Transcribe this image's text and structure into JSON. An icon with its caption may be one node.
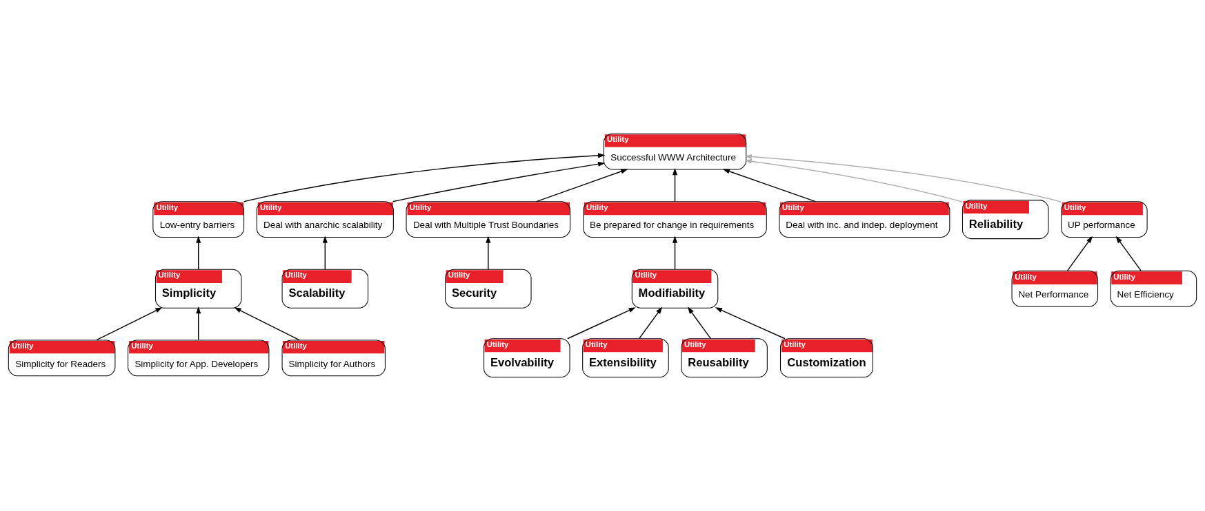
{
  "diagram": {
    "nodes": [
      {
        "text": [
          "Utility",
          "Successful WWW Architecture"
        ]
      },
      {
        "text": [
          "Utility",
          "Low-entry barriers"
        ]
      },
      {
        "text": [
          "Utility",
          "Deal with anarchic scalability"
        ]
      },
      {
        "text": [
          "Utility",
          "Deal with Multiple Trust Boundaries"
        ]
      },
      {
        "text": [
          "Utility",
          "Be prepared for change in requirements"
        ]
      },
      {
        "text": [
          "Utility",
          "Deal with inc. and indep. deployment"
        ]
      },
      {
        "text": [
          "Utility",
          "Reliability"
        ]
      },
      {
        "text": [
          "Utility",
          "UP performance"
        ]
      },
      {
        "text": [
          "Utility",
          "Simplicity"
        ]
      },
      {
        "text": [
          "Utility",
          "Scalability"
        ]
      },
      {
        "text": [
          "Utility",
          "Security"
        ]
      },
      {
        "text": [
          "Utility",
          "Modifiability"
        ]
      },
      {
        "text": [
          "Utility",
          "Net Performance"
        ]
      },
      {
        "text": [
          "Utility",
          "Net Efficiency"
        ]
      },
      {
        "text": [
          "Utility",
          "Simplicity for Readers"
        ]
      },
      {
        "text": [
          "Utility",
          "Simplicity for App. Developers"
        ]
      },
      {
        "text": [
          "Utility",
          "Simplicity for Authors"
        ]
      },
      {
        "text": [
          "Utility",
          "Evolvability"
        ]
      },
      {
        "text": [
          "Utility",
          "Extensibility"
        ]
      },
      {
        "text": [
          "Utility",
          "Reusability"
        ]
      },
      {
        "text": [
          "Utility",
          "Customization"
        ]
      }
    ],
    "edges": [
      {
        "from": 1,
        "to": 0,
        "arrow": "to"
      },
      {
        "from": 2,
        "to": 0,
        "arrow": "to"
      },
      {
        "from": 3,
        "to": 0,
        "arrow": "to"
      },
      {
        "from": 4,
        "to": 0,
        "arrow": "to"
      },
      {
        "from": 5,
        "to": 0,
        "arrow": "to"
      },
      {
        "from": 6,
        "to": 0,
        "arrow": "to",
        "color": "#b0b0b0"
      },
      {
        "from": 7,
        "to": 0,
        "arrow": "to",
        "color": "#b0b0b0"
      },
      {
        "from": 8,
        "to": 1,
        "arrow": "to"
      },
      {
        "from": 9,
        "to": 2,
        "arrow": "to"
      },
      {
        "from": 10,
        "to": 3,
        "arrow": "to"
      },
      {
        "from": 11,
        "to": 4,
        "arrow": "to"
      },
      {
        "from": 12,
        "to": 7,
        "arrow": "to"
      },
      {
        "from": 13,
        "to": 7,
        "arrow": "to"
      },
      {
        "from": 14,
        "to": 8,
        "arrow": "to"
      },
      {
        "from": 15,
        "to": 8,
        "arrow": "to"
      },
      {
        "from": 16,
        "to": 8,
        "arrow": "to"
      },
      {
        "from": 17,
        "to": 11,
        "arrow": "to"
      },
      {
        "from": 18,
        "to": 11,
        "arrow": "to"
      },
      {
        "from": 19,
        "to": 11,
        "arrow": "to"
      },
      {
        "from": 20,
        "to": 11,
        "arrow": "to"
      }
    ]
  }
}
